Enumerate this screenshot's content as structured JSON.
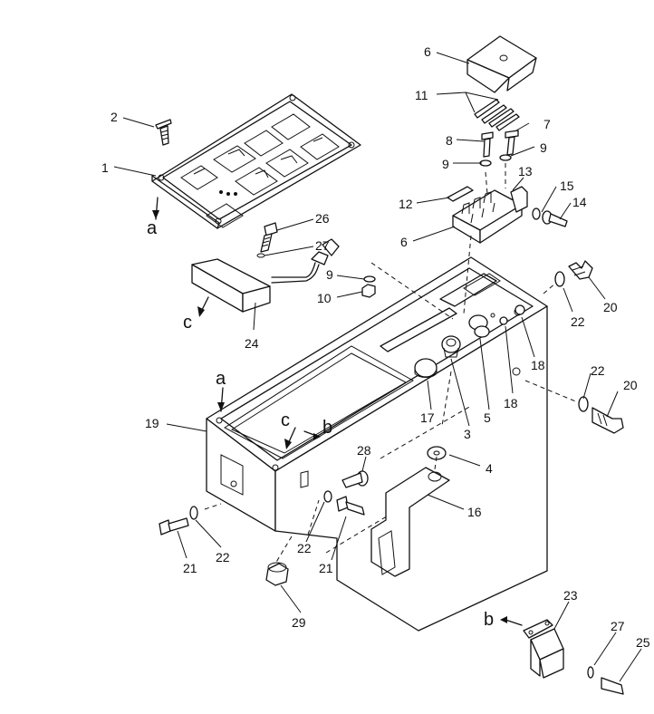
{
  "labels": {
    "l1": "1",
    "l2": "2",
    "l3": "3",
    "l4": "4",
    "l5": "5",
    "l6a": "6",
    "l6b": "6",
    "l7": "7",
    "l8": "8",
    "l9a": "9",
    "l9b": "9",
    "l9c": "9",
    "l10": "10",
    "l11": "11",
    "l12": "12",
    "l13": "13",
    "l14": "14",
    "l15": "15",
    "l16": "16",
    "l17": "17",
    "l18a": "18",
    "l18b": "18",
    "l19": "19",
    "l20a": "20",
    "l20b": "20",
    "l21a": "21",
    "l21b": "21",
    "l22a": "22",
    "l22b": "22",
    "l22c": "22",
    "l22d": "22",
    "l23": "23",
    "l24": "24",
    "l25": "25",
    "l26": "26",
    "l27a": "27",
    "l27b": "27",
    "l28": "28",
    "l29": "29"
  },
  "view_markers": {
    "a_top": "a",
    "a_body": "a",
    "b_body": "b",
    "b_detail": "b",
    "c_body": "c",
    "c_switch": "c"
  }
}
